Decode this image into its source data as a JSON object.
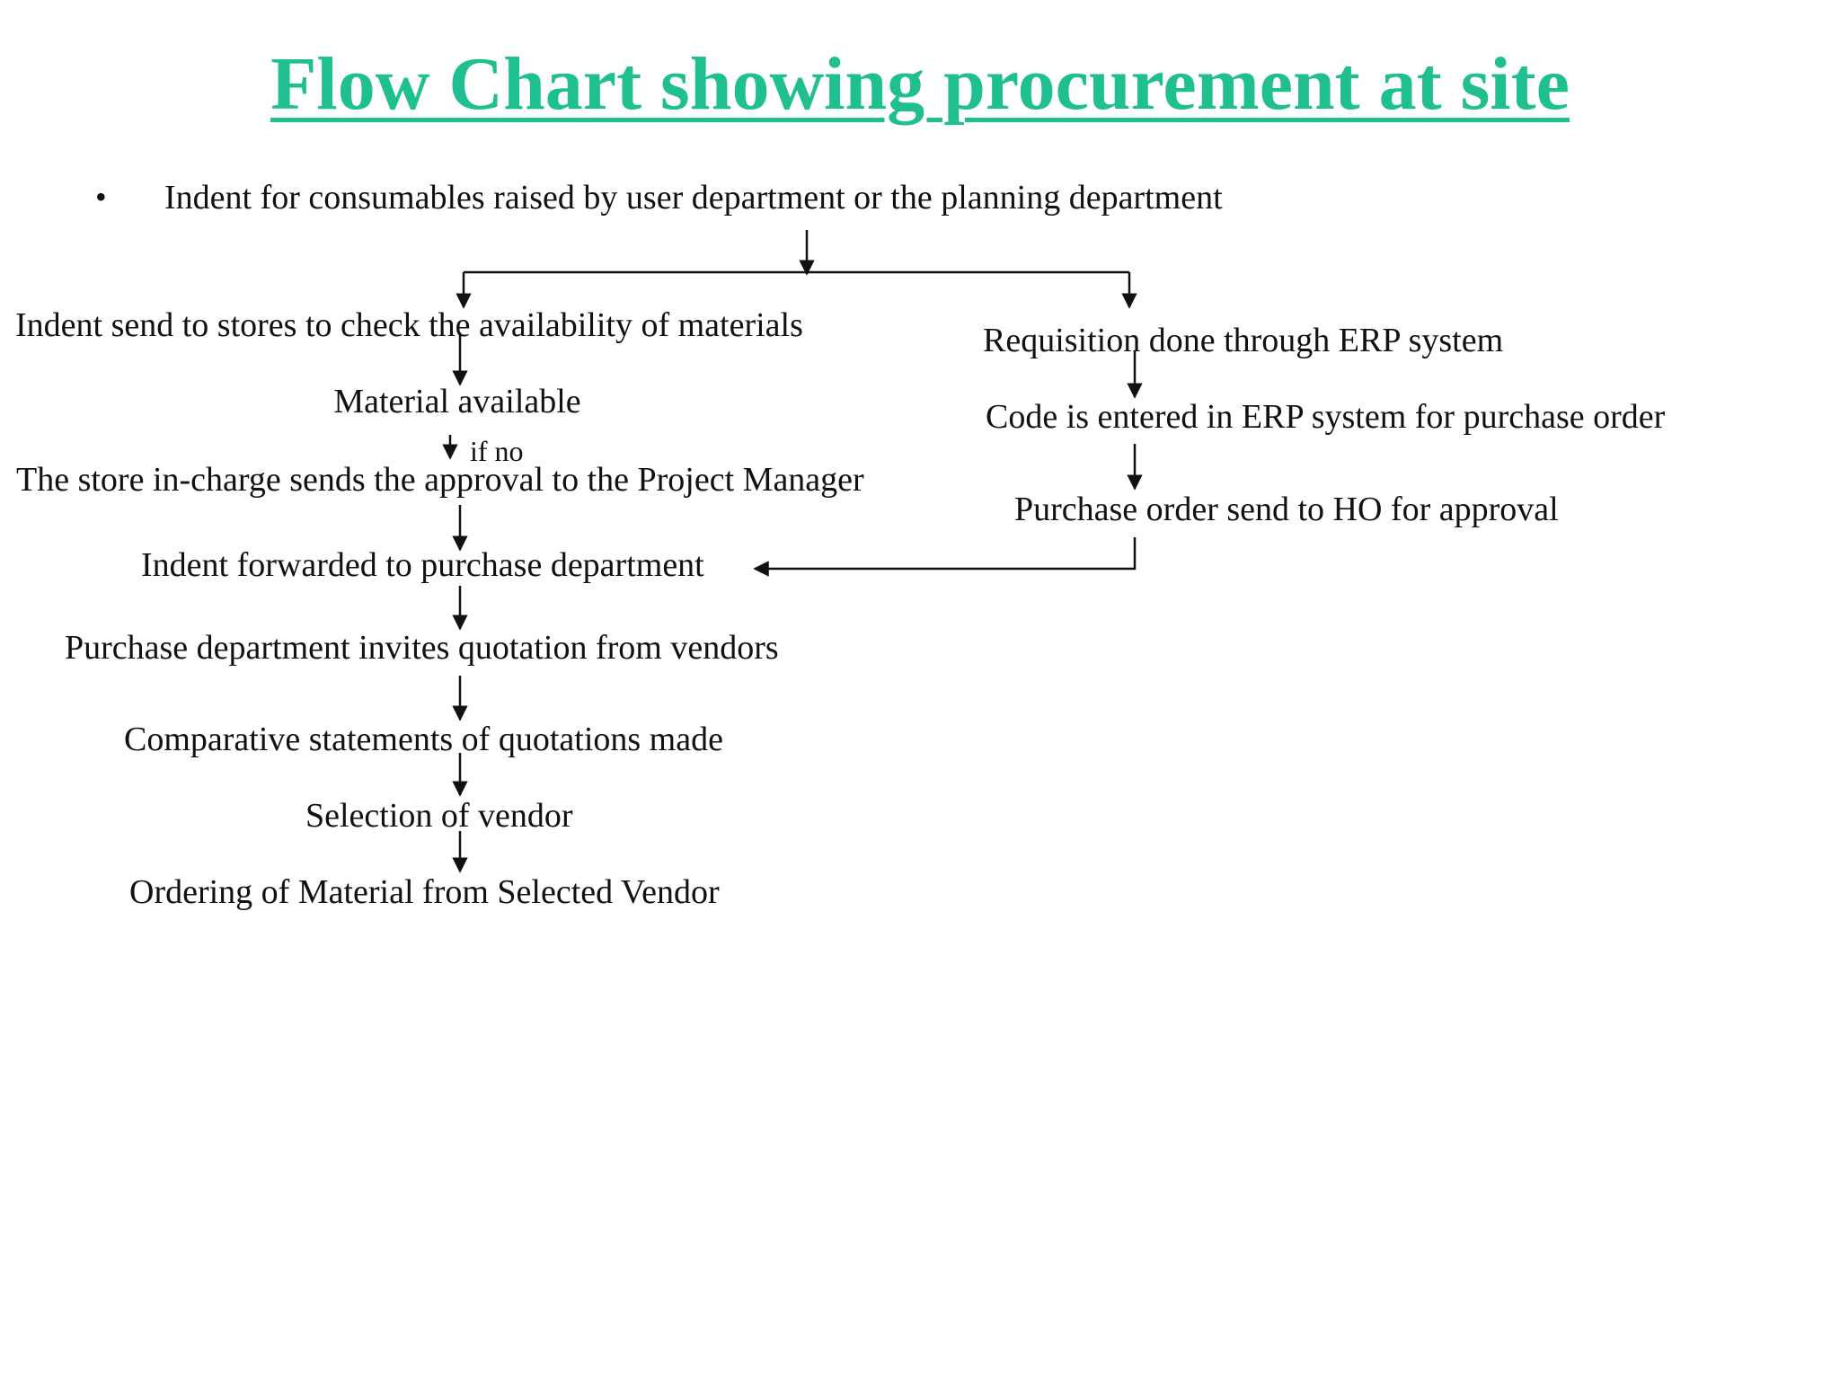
{
  "title": "Flow Chart showing procurement at site",
  "colors": {
    "title": "#1fbf8f",
    "text": "#111111",
    "lines": "#111111"
  },
  "bullet_symbol": "•",
  "top_node": "Indent for consumables raised by user department or the planning department",
  "left_branch": {
    "stores_check": "Indent send to stores to check the availability of materials",
    "material_available": "Material available",
    "if_no": "if no",
    "approval": "The store in-charge sends the approval to the Project  Manager",
    "forwarded": "Indent forwarded to purchase department",
    "quotations": "Purchase department invites quotation from vendors",
    "comparative": "Comparative statements of quotations made",
    "selection": "Selection of vendor",
    "ordering": "Ordering of Material from Selected Vendor"
  },
  "right_branch": {
    "requisition": "Requisition done through ERP system",
    "code_entered": "Code is entered in ERP system for purchase order",
    "po_to_ho": "Purchase order send to HO for approval"
  }
}
